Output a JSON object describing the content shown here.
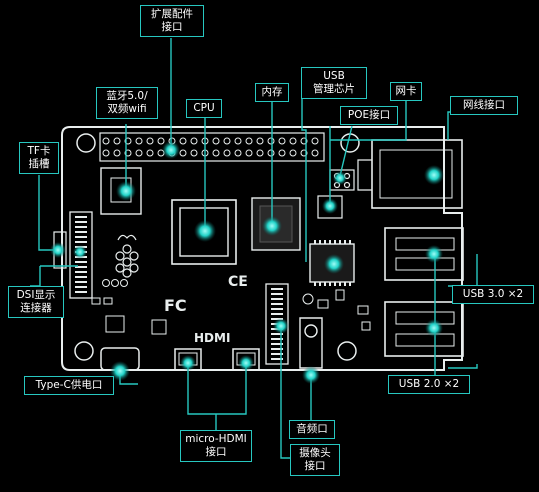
{
  "theme": {
    "line": "#27c7c0",
    "board": "#e9eeee",
    "bg": "#000000",
    "glow": "#39e6dc"
  },
  "labels": {
    "gpio": [
      "扩展配件",
      "接口"
    ],
    "bt": [
      "蓝牙5.0/",
      "双频wifi"
    ],
    "cpu": [
      "CPU"
    ],
    "mem": [
      "内存"
    ],
    "usbchip": [
      "USB",
      "管理芯片"
    ],
    "net": [
      "网卡"
    ],
    "poe": [
      "POE接口"
    ],
    "rj45": [
      "网线接口"
    ],
    "tf": [
      "TF卡",
      "插槽"
    ],
    "dsi": [
      "DSI显示",
      "连接器"
    ],
    "usb3": [
      "USB 3.0 ×2"
    ],
    "usb2": [
      "USB 2.0 ×2"
    ],
    "typec": [
      "Type-C供电口"
    ],
    "hdmi": [
      "micro-HDMI",
      "接口"
    ],
    "audio": [
      "音频口"
    ],
    "camera": [
      "摄像头",
      "接口"
    ]
  },
  "board_marks": {
    "ce": "CE",
    "fc": "FC",
    "hdmi": "HDMI"
  }
}
